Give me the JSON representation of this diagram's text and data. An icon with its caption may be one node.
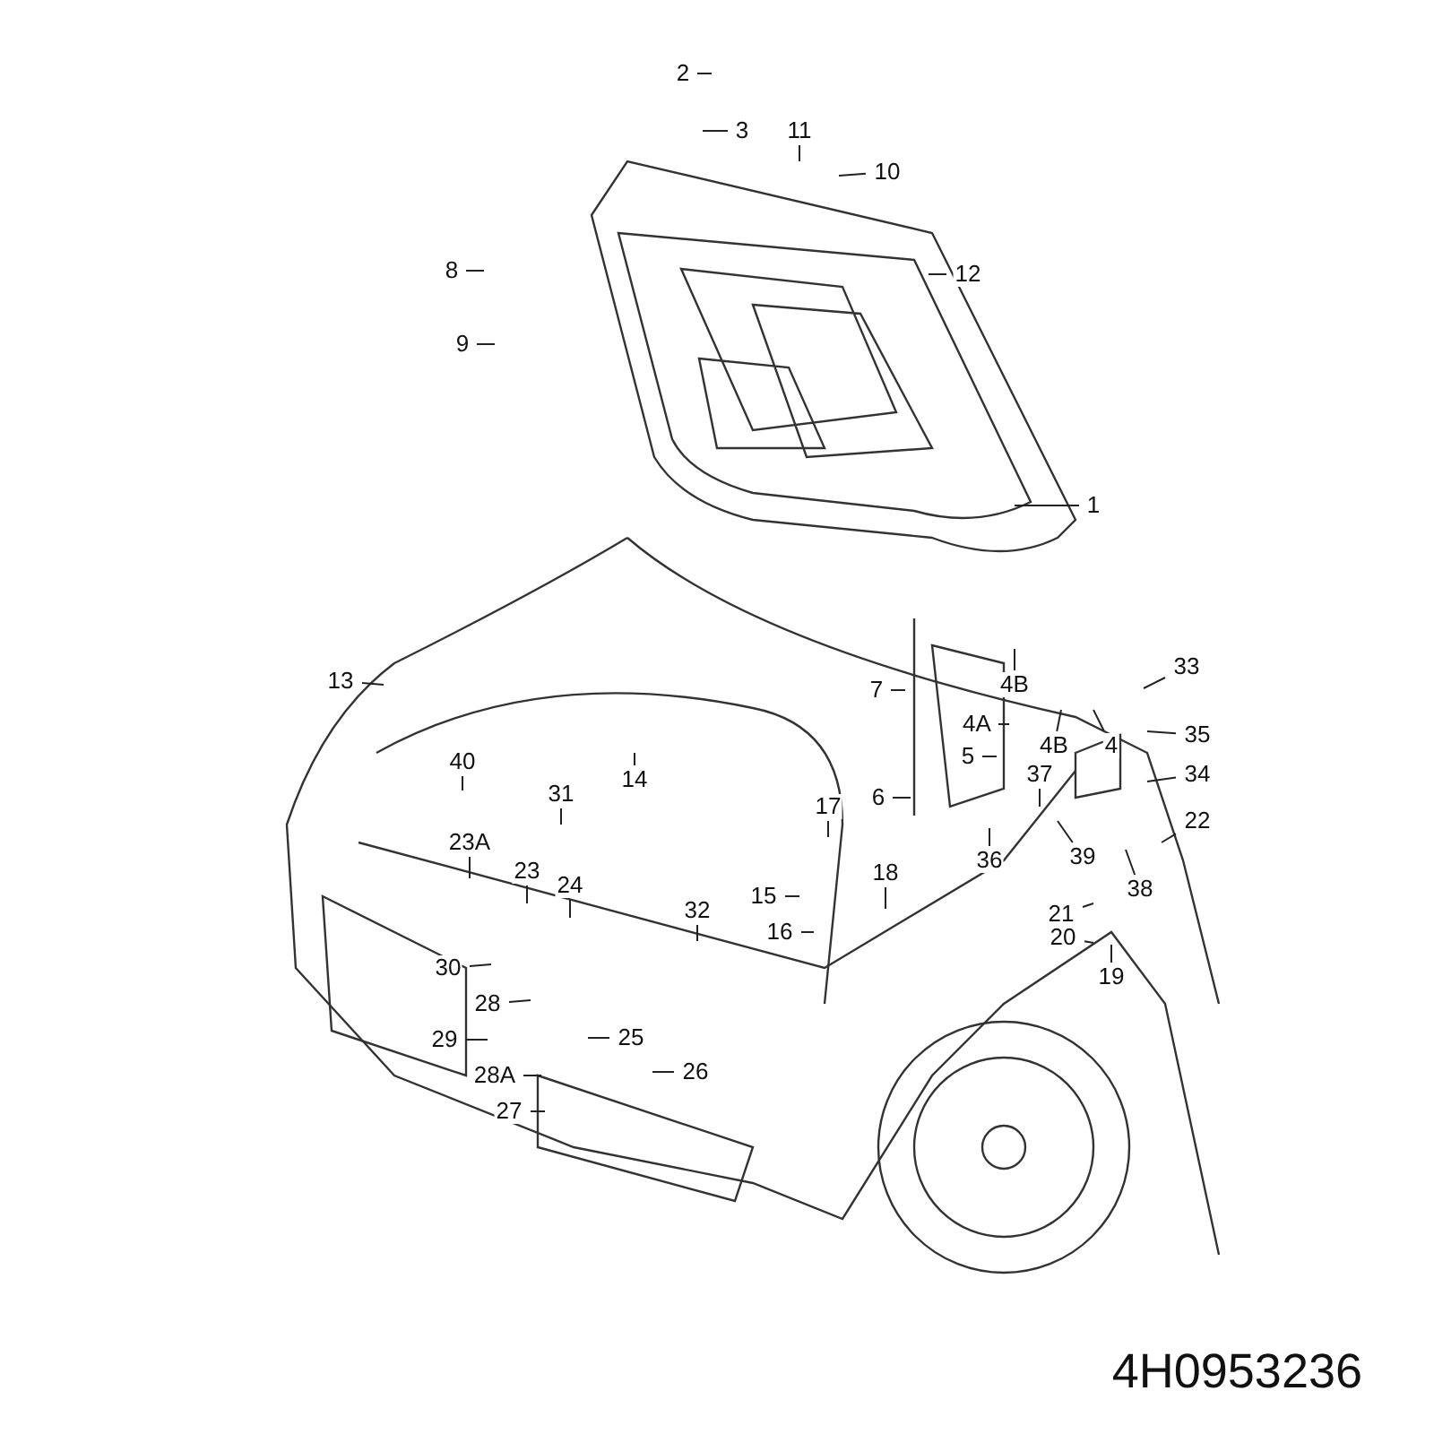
{
  "diagram": {
    "nodes": [
      {
        "text": [
          "1"
        ]
      },
      {
        "text": [
          "2"
        ]
      },
      {
        "text": [
          "3"
        ]
      },
      {
        "text": [
          "4"
        ]
      },
      {
        "text": [
          "4A"
        ]
      },
      {
        "text": [
          "4B"
        ]
      },
      {
        "text": [
          "4B"
        ]
      },
      {
        "text": [
          "5"
        ]
      },
      {
        "text": [
          "6"
        ]
      },
      {
        "text": [
          "7"
        ]
      },
      {
        "text": [
          "8"
        ]
      },
      {
        "text": [
          "9"
        ]
      },
      {
        "text": [
          "10"
        ]
      },
      {
        "text": [
          "11"
        ]
      },
      {
        "text": [
          "12"
        ]
      },
      {
        "text": [
          "13"
        ]
      },
      {
        "text": [
          "14"
        ]
      },
      {
        "text": [
          "15"
        ]
      },
      {
        "text": [
          "16"
        ]
      },
      {
        "text": [
          "17"
        ]
      },
      {
        "text": [
          "18"
        ]
      },
      {
        "text": [
          "19"
        ]
      },
      {
        "text": [
          "20"
        ]
      },
      {
        "text": [
          "21"
        ]
      },
      {
        "text": [
          "22"
        ]
      },
      {
        "text": [
          "23"
        ]
      },
      {
        "text": [
          "23A"
        ]
      },
      {
        "text": [
          "24"
        ]
      },
      {
        "text": [
          "25"
        ]
      },
      {
        "text": [
          "26"
        ]
      },
      {
        "text": [
          "27"
        ]
      },
      {
        "text": [
          "28"
        ]
      },
      {
        "text": [
          "28A"
        ]
      },
      {
        "text": [
          "29"
        ]
      },
      {
        "text": [
          "30"
        ]
      },
      {
        "text": [
          "31"
        ]
      },
      {
        "text": [
          "32"
        ]
      },
      {
        "text": [
          "33"
        ]
      },
      {
        "text": [
          "34"
        ]
      },
      {
        "text": [
          "35"
        ]
      },
      {
        "text": [
          "36"
        ]
      },
      {
        "text": [
          "37"
        ]
      },
      {
        "text": [
          "38"
        ]
      },
      {
        "text": [
          "39"
        ]
      },
      {
        "text": [
          "40"
        ]
      }
    ],
    "edges": [
      {
        "from": 0,
        "to": null,
        "arrow": "none"
      },
      {
        "from": 1,
        "to": null,
        "arrow": "none"
      },
      {
        "from": 2,
        "to": null,
        "arrow": "none"
      },
      {
        "from": 3,
        "to": null,
        "arrow": "none"
      },
      {
        "from": 4,
        "to": null,
        "arrow": "none"
      },
      {
        "from": 5,
        "to": null,
        "arrow": "none"
      },
      {
        "from": 6,
        "to": null,
        "arrow": "none"
      },
      {
        "from": 7,
        "to": null,
        "arrow": "none"
      },
      {
        "from": 8,
        "to": null,
        "arrow": "none"
      },
      {
        "from": 9,
        "to": null,
        "arrow": "none"
      },
      {
        "from": 10,
        "to": null,
        "arrow": "none"
      },
      {
        "from": 11,
        "to": null,
        "arrow": "none"
      },
      {
        "from": 12,
        "to": null,
        "arrow": "none"
      },
      {
        "from": 13,
        "to": null,
        "arrow": "none"
      },
      {
        "from": 14,
        "to": null,
        "arrow": "none"
      },
      {
        "from": 15,
        "to": null,
        "arrow": "none"
      },
      {
        "from": 16,
        "to": null,
        "arrow": "none"
      },
      {
        "from": 17,
        "to": null,
        "arrow": "none"
      },
      {
        "from": 18,
        "to": null,
        "arrow": "none"
      },
      {
        "from": 19,
        "to": null,
        "arrow": "none"
      },
      {
        "from": 20,
        "to": null,
        "arrow": "none"
      },
      {
        "from": 21,
        "to": null,
        "arrow": "none"
      },
      {
        "from": 22,
        "to": null,
        "arrow": "none"
      },
      {
        "from": 23,
        "to": null,
        "arrow": "none"
      },
      {
        "from": 24,
        "to": null,
        "arrow": "none"
      },
      {
        "from": 25,
        "to": null,
        "arrow": "none"
      },
      {
        "from": 26,
        "to": null,
        "arrow": "none"
      },
      {
        "from": 27,
        "to": null,
        "arrow": "none"
      },
      {
        "from": 28,
        "to": null,
        "arrow": "none"
      },
      {
        "from": 29,
        "to": null,
        "arrow": "none"
      },
      {
        "from": 30,
        "to": null,
        "arrow": "none"
      },
      {
        "from": 31,
        "to": null,
        "arrow": "none"
      },
      {
        "from": 32,
        "to": null,
        "arrow": "none"
      },
      {
        "from": 33,
        "to": null,
        "arrow": "none"
      },
      {
        "from": 34,
        "to": null,
        "arrow": "none"
      },
      {
        "from": 35,
        "to": null,
        "arrow": "none"
      },
      {
        "from": 36,
        "to": null,
        "arrow": "none"
      },
      {
        "from": 37,
        "to": null,
        "arrow": "none"
      },
      {
        "from": 38,
        "to": null,
        "arrow": "none"
      },
      {
        "from": 39,
        "to": null,
        "arrow": "none"
      },
      {
        "from": 40,
        "to": null,
        "arrow": "none"
      },
      {
        "from": 41,
        "to": null,
        "arrow": "none"
      },
      {
        "from": 42,
        "to": null,
        "arrow": "none"
      },
      {
        "from": 43,
        "to": null,
        "arrow": "none"
      },
      {
        "from": 44,
        "to": null,
        "arrow": "none"
      }
    ],
    "labels": [
      "4H0953236"
    ]
  }
}
